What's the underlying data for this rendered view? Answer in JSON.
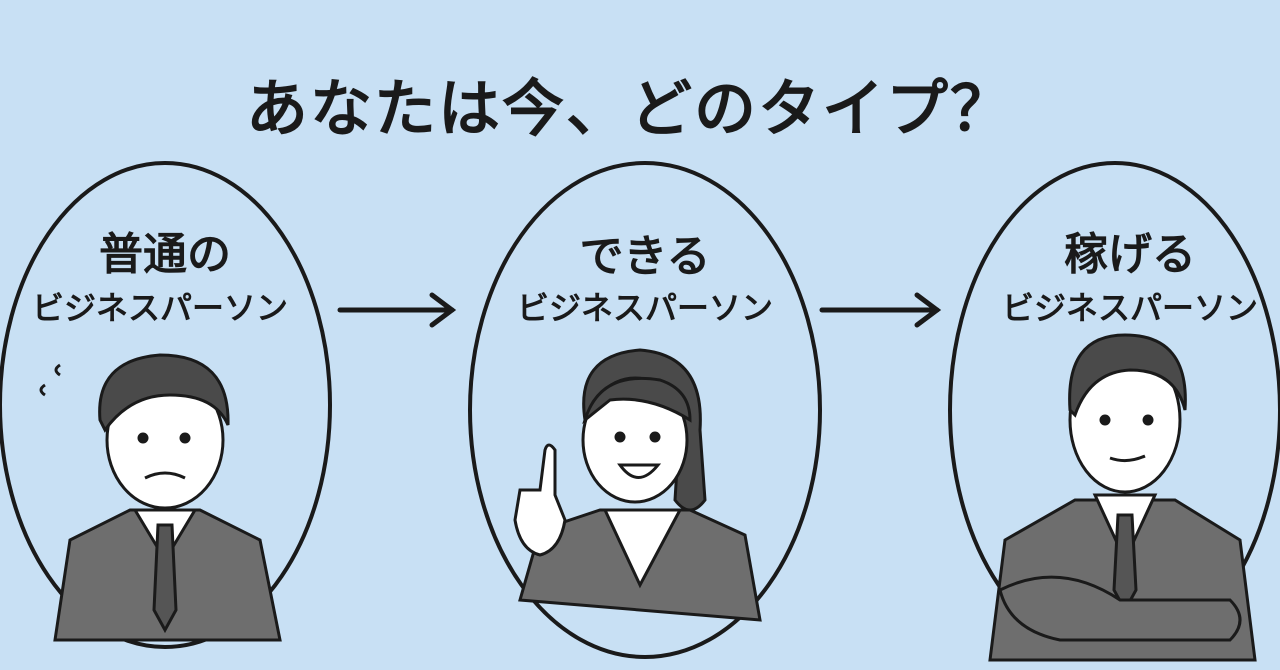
{
  "title": "あなたは今、どのタイプ？",
  "types": [
    {
      "line1": "普通の",
      "line2": "ビジネスパーソン",
      "expression": "worried"
    },
    {
      "line1": "できる",
      "line2": "ビジネスパーソン",
      "expression": "smiling-pointing"
    },
    {
      "line1": "稼げる",
      "line2": "ビジネスパーソン",
      "expression": "confident-arms-crossed"
    }
  ],
  "colors": {
    "background": "#c8e0f4",
    "outline": "#1a1a1a",
    "suit": "#6e6e6e",
    "hair": "#4a4a4a"
  }
}
